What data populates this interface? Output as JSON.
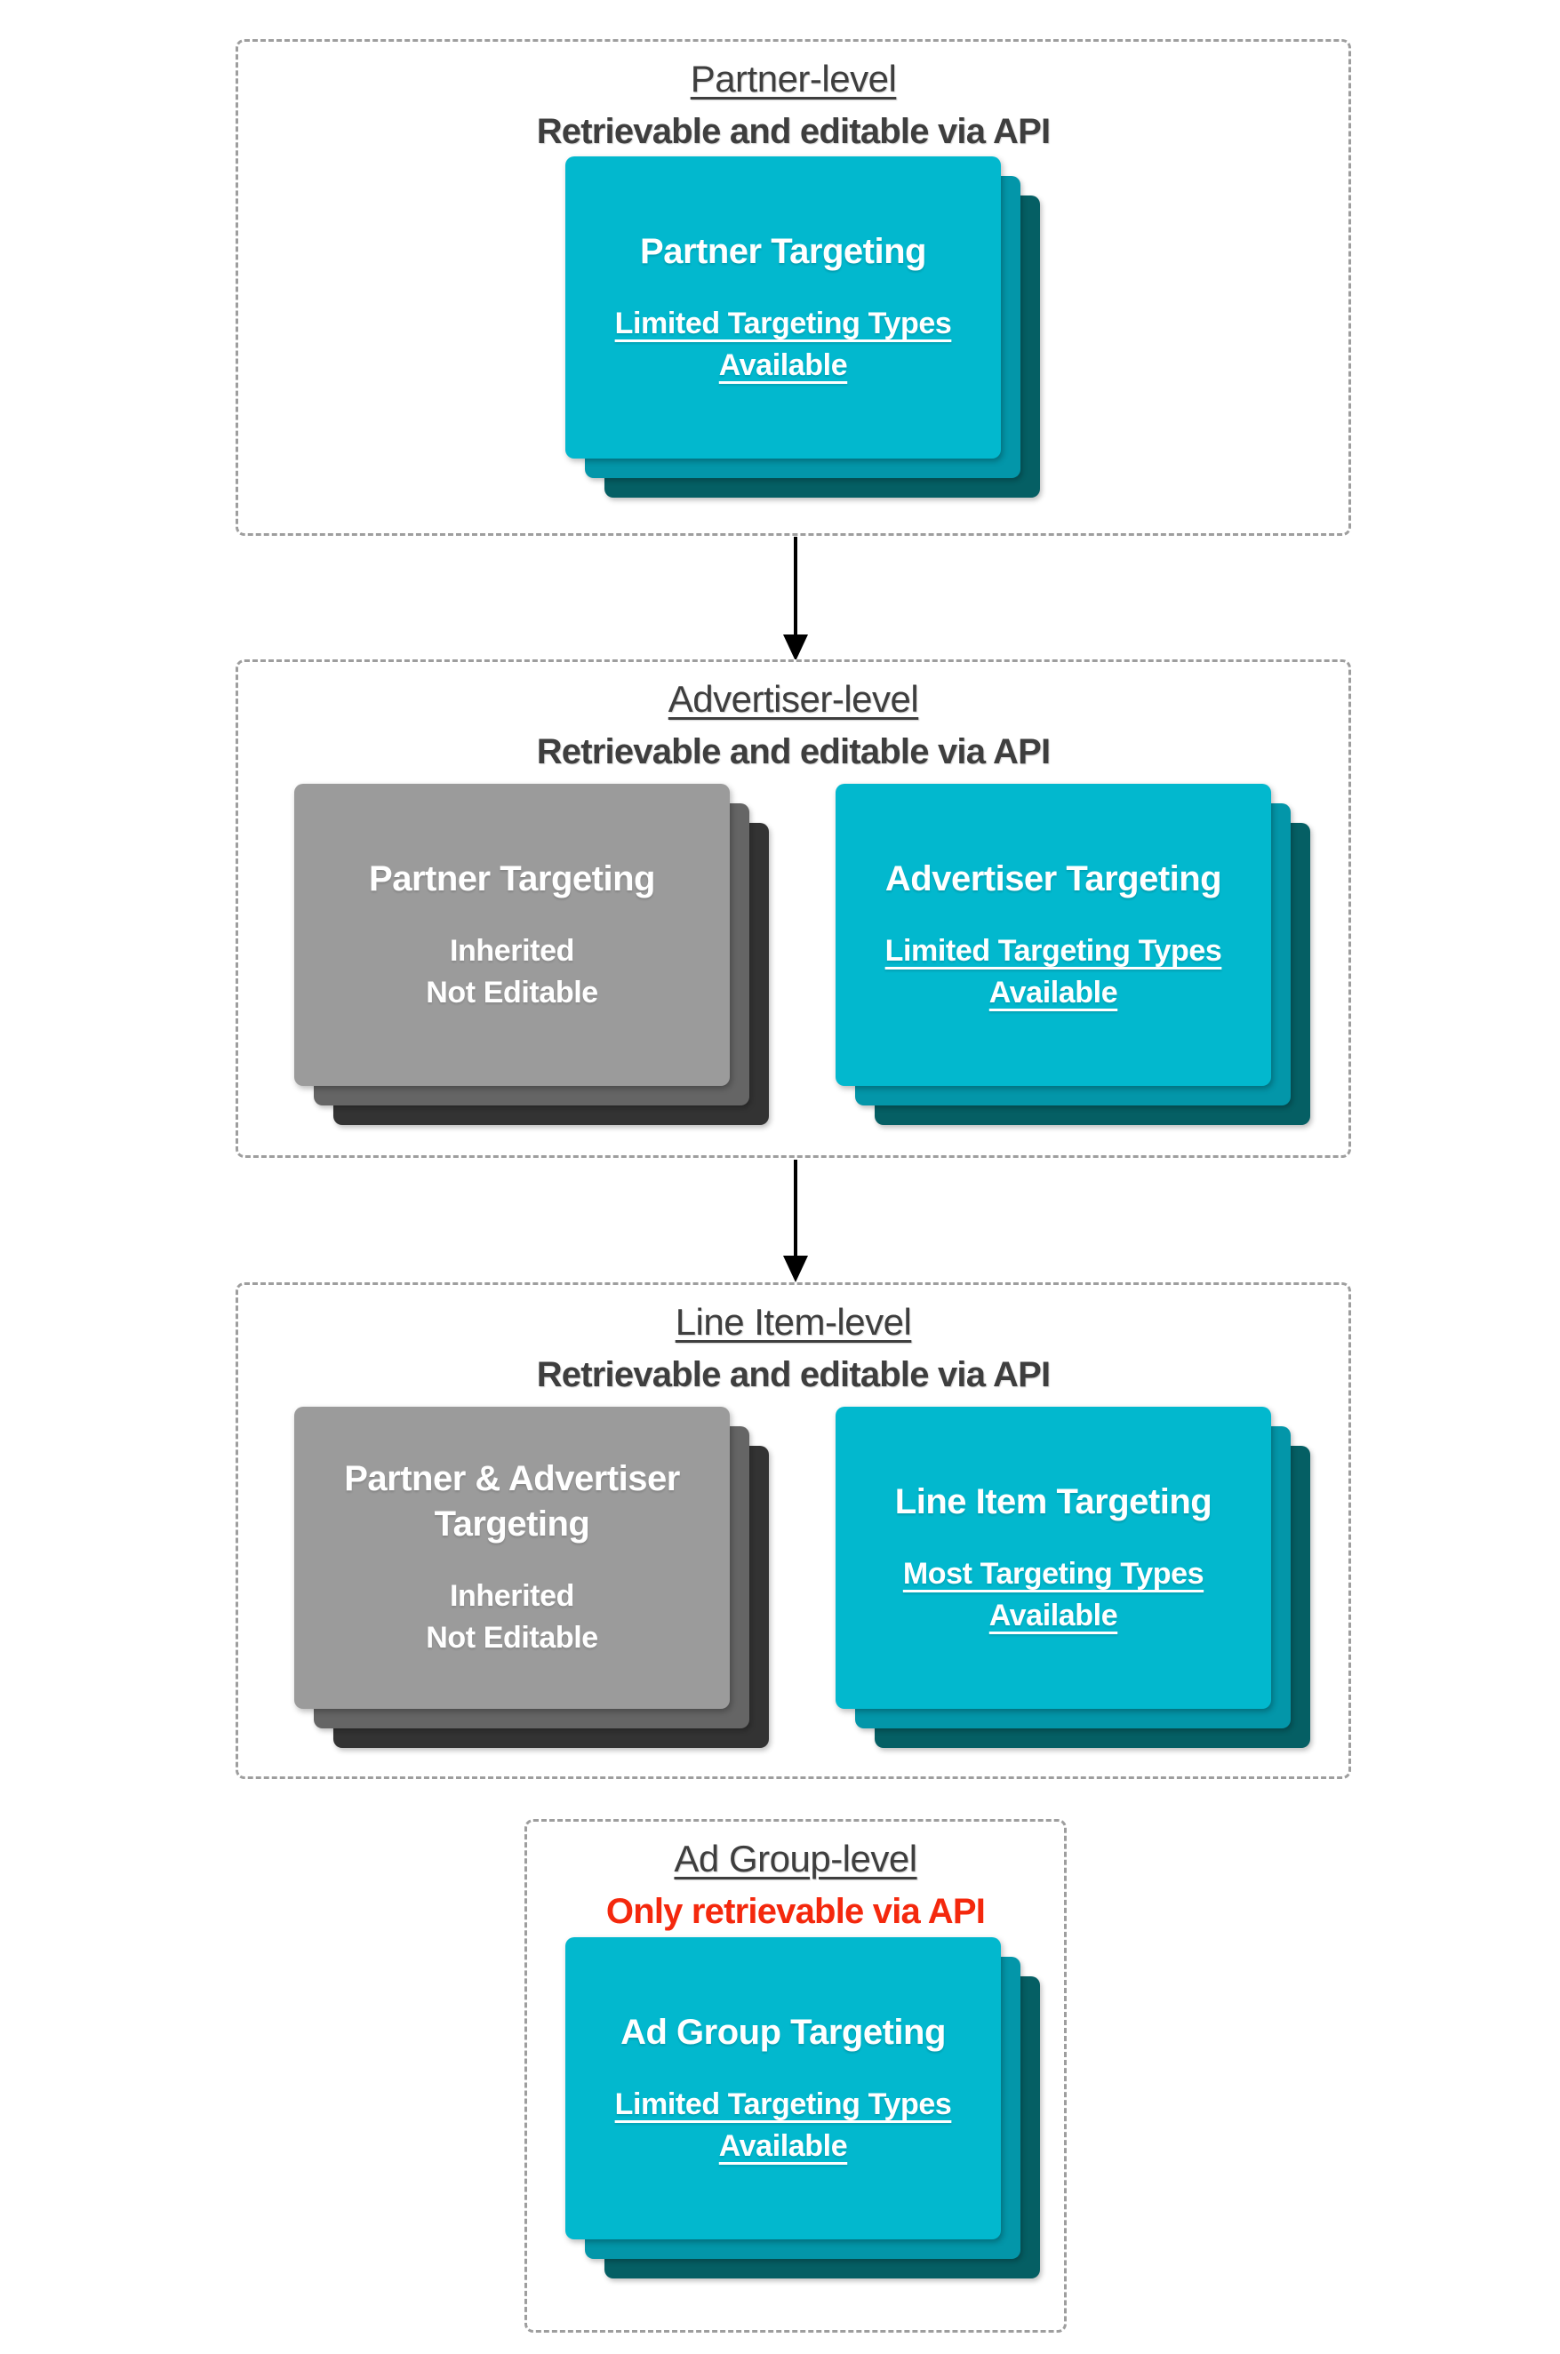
{
  "colors": {
    "card_cyan": "#02B8CE",
    "card_cyan_mid_layer": "#0396A9",
    "card_teal_dark_layer": "#055F64",
    "card_gray": "#9B9B9B",
    "card_gray_mid_layer": "#656565",
    "card_gray_dark_layer": "#333333",
    "heading_text": "#3E3E3E",
    "alert_red": "#F4280D",
    "dashed_border": "#9E9E9E",
    "arrow": "#000000",
    "card_text": "#FFFFFF"
  },
  "sections": [
    {
      "title": "Partner-level",
      "subtitle": "Retrievable and editable via API",
      "cards": [
        {
          "variant": "cyan",
          "title": "Partner Targeting",
          "body1": "Limited Targeting Types",
          "body2": "Available"
        }
      ]
    },
    {
      "title": "Advertiser-level",
      "subtitle": "Retrievable and editable via API",
      "cards": [
        {
          "variant": "gray",
          "title": "Partner Targeting",
          "body1": "Inherited",
          "body2": "Not Editable"
        },
        {
          "variant": "cyan",
          "title": "Advertiser Targeting",
          "body1": "Limited Targeting Types",
          "body2": "Available"
        }
      ]
    },
    {
      "title": "Line Item-level",
      "subtitle": "Retrievable and editable via API",
      "cards": [
        {
          "variant": "gray",
          "title": "Partner & Advertiser",
          "title2": "Targeting",
          "body1": "Inherited",
          "body2": "Not Editable"
        },
        {
          "variant": "cyan",
          "title": "Line Item Targeting",
          "body1": "Most Targeting Types",
          "body2": "Available"
        }
      ]
    },
    {
      "title": "Ad Group-level",
      "subtitle": "Only retrievable via API",
      "cards": [
        {
          "variant": "cyan",
          "title": "Ad Group Targeting",
          "body1": "Limited Targeting Types",
          "body2": "Available"
        }
      ]
    }
  ]
}
